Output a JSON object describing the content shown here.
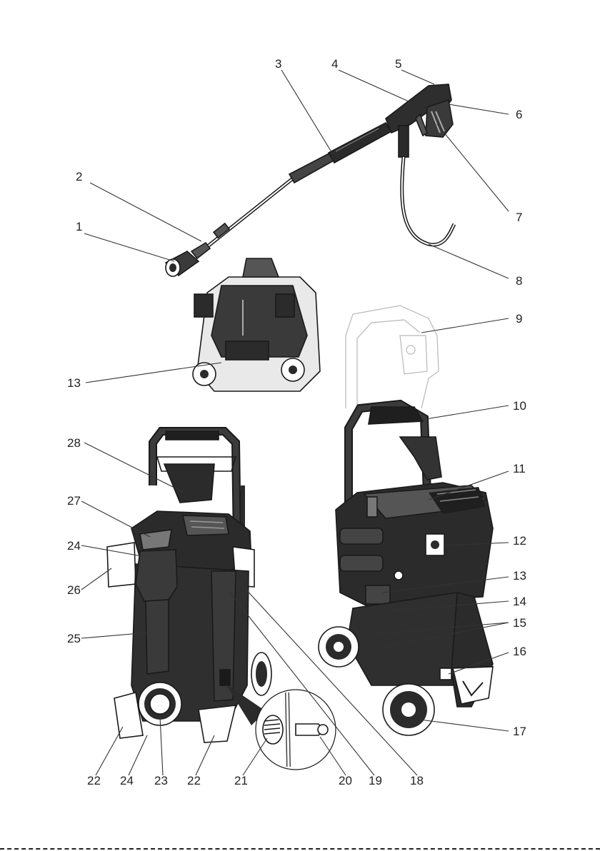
{
  "callouts": [
    "1",
    "2",
    "3",
    "4",
    "5",
    "6",
    "7",
    "8",
    "9",
    "10",
    "11",
    "12",
    "13",
    "14",
    "15",
    "16",
    "17",
    "18",
    "19",
    "20",
    "21",
    "22",
    "23",
    "24",
    "25",
    "26",
    "27",
    "28"
  ],
  "parts": {
    "spray_gun": "spray-gun-with-lance",
    "hose": "high-pressure-hose",
    "nozzle": "nozzle-cap",
    "machine_rear": "pressure-washer-rear-view",
    "machine_front": "pressure-washer-front-view",
    "machine_top": "pressure-washer-top-view",
    "handle_extended": "extended-handle-ghost",
    "detail_circle": "inlet-connector-detail"
  },
  "colors": {
    "ink": "#1a1a1a",
    "body": "#2b2b2b",
    "ghost": "#b8b8b8",
    "leader": "#333333"
  }
}
